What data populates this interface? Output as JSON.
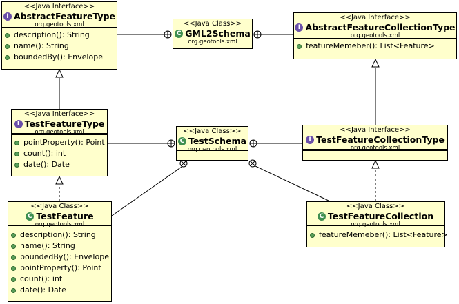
{
  "classes": {
    "abstract_feature_type": {
      "stereotype": "<<Java Interface>>",
      "name": "AbstractFeatureType",
      "package": "org.geotools.xml",
      "methods": [
        "description(): String",
        "name(): String",
        "boundedBy(): Envelope"
      ]
    },
    "gml2schema": {
      "stereotype": "<<Java Class>>",
      "name": "GML2Schema",
      "package": "org.geotools.xml"
    },
    "abstract_feature_collection_type": {
      "stereotype": "<<Java Interface>>",
      "name": "AbstractFeatureCollectionType",
      "package": "org.geotools.xml",
      "methods": [
        "featureMemeber(): List<Feature>"
      ]
    },
    "test_feature_type": {
      "stereotype": "<<Java Interface>>",
      "name": "TestFeatureType",
      "package": "org.geotools.xml",
      "methods": [
        "pointProperty(): Point",
        "count(): int",
        "date(): Date"
      ]
    },
    "test_schema": {
      "stereotype": "<<Java Class>>",
      "name": "TestSchema",
      "package": "org.geotools.xml"
    },
    "test_feature_collection_type": {
      "stereotype": "<<Java Interface>>",
      "name": "TestFeatureCollectionType",
      "package": "org.geotools.xml"
    },
    "test_feature": {
      "stereotype": "<<Java Class>>",
      "name": "TestFeature",
      "package": "org.geotools.xml",
      "methods": [
        "description(): String",
        "name(): String",
        "boundedBy(): Envelope",
        "pointProperty(): Point",
        "count(): int",
        "date(): Date"
      ]
    },
    "test_feature_collection": {
      "stereotype": "<<Java Class>>",
      "name": "TestFeatureCollection",
      "package": "org.geotools.xml",
      "methods": [
        "featureMemeber(): List<Feature>"
      ]
    }
  },
  "badges": {
    "interface": "I",
    "class": "C"
  },
  "colors": {
    "box_fill": "#ffffcc",
    "interface_badge": "#6a4fa8",
    "class_badge": "#3f8f50",
    "method_dot": "#5aa05a"
  }
}
